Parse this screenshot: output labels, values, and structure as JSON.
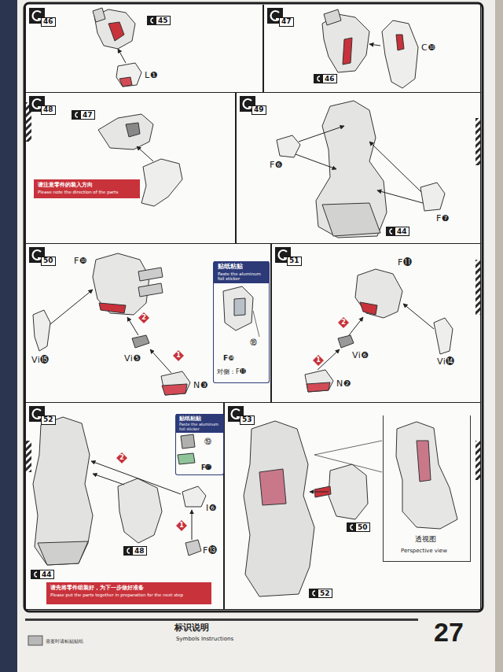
{
  "diagram": {
    "nodes": [
      {
        "text": [
          "46"
        ]
      },
      {
        "text": [
          "47"
        ]
      },
      {
        "text": [
          "48"
        ]
      },
      {
        "text": [
          "请注意零件的装入方向",
          "Please note the direction of the parts"
        ],
        "in": 2
      },
      {
        "text": [
          "49"
        ]
      },
      {
        "text": [
          "50"
        ]
      },
      {
        "text": [
          "贴纸粘贴",
          "Paste the aluminum foil sticker",
          "⑱",
          "F❿",
          "对侧：F⓫"
        ],
        "in": 5
      },
      {
        "text": [
          "51"
        ]
      },
      {
        "text": [
          "52"
        ]
      },
      {
        "text": [
          "贴纸粘贴",
          "Paste the aluminum foil sticker",
          "⑲",
          "F⓭"
        ],
        "in": 8
      },
      {
        "text": [
          "请先将零件组装好，为下一步做好准备",
          "Please put the parts together in preparation for the next step"
        ],
        "in": 8
      },
      {
        "text": [
          "53"
        ]
      },
      {
        "text": [
          "透视图",
          "Perspective view"
        ],
        "in": 11
      },
      {
        "text": [
          "标识说明",
          "Symbols Instructions"
        ]
      }
    ],
    "labels": [
      "45",
      "L❶",
      "46",
      "C❿",
      "47",
      "F❻",
      "F❼",
      "44",
      "F❿",
      "2",
      "Vi❺",
      "Vi⓯",
      "1",
      "N❸",
      "F⓫",
      "2",
      "1",
      "Vi❻",
      "N❷",
      "Vi⓮",
      "2",
      "48",
      "44",
      "I❻",
      "1",
      "F⓭",
      "50",
      "52",
      "需要时请粘贴贴纸",
      "27"
    ]
  }
}
